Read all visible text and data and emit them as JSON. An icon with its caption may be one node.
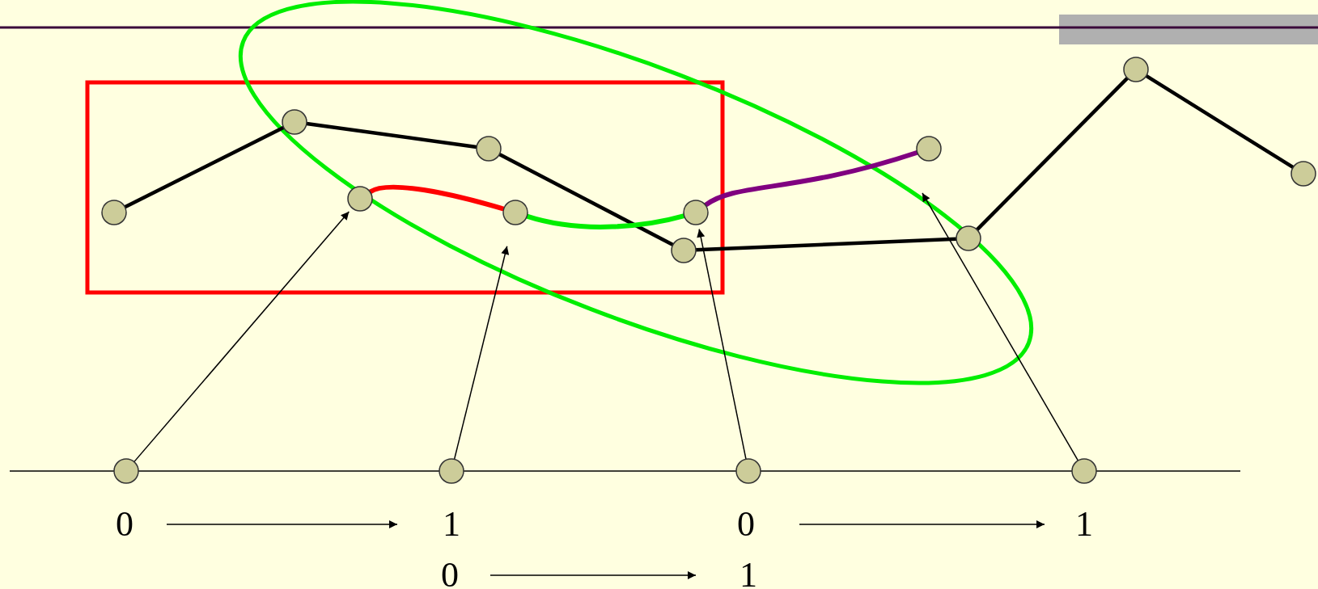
{
  "diagram": {
    "nodes": [
      {
        "text": [],
        "shape": "circle"
      },
      {
        "text": [],
        "shape": "circle"
      },
      {
        "text": [],
        "shape": "circle"
      },
      {
        "text": [],
        "shape": "circle"
      },
      {
        "text": [],
        "shape": "circle"
      },
      {
        "text": [],
        "shape": "circle"
      },
      {
        "text": [],
        "shape": "circle"
      },
      {
        "text": [],
        "shape": "circle"
      },
      {
        "text": [],
        "shape": "circle"
      },
      {
        "text": [],
        "shape": "circle"
      },
      {
        "text": [],
        "shape": "circle"
      },
      {
        "text": [],
        "shape": "circle"
      },
      {
        "text": [],
        "shape": "circle"
      },
      {
        "text": [],
        "shape": "circle"
      },
      {
        "text": [],
        "shape": "circle"
      },
      {
        "text": [
          "0"
        ]
      },
      {
        "text": [
          "1"
        ]
      },
      {
        "text": [
          "0"
        ]
      },
      {
        "text": [
          "1"
        ]
      },
      {
        "text": [
          "0"
        ]
      },
      {
        "text": [
          "1"
        ]
      },
      {
        "text": [],
        "shape": "bar"
      }
    ],
    "edges": [
      {
        "from": 6,
        "to": 1,
        "arrow": "none",
        "style": "thick"
      },
      {
        "from": 1,
        "to": 2,
        "arrow": "none",
        "style": "thick"
      },
      {
        "from": 2,
        "to": 10,
        "arrow": "none",
        "style": "thick"
      },
      {
        "from": 10,
        "to": 9,
        "arrow": "none",
        "style": "thick"
      },
      {
        "from": 9,
        "to": 0,
        "arrow": "none",
        "style": "thick"
      },
      {
        "from": 0,
        "to": 4,
        "arrow": "none",
        "style": "thick"
      },
      {
        "from": 5,
        "to": 7,
        "arrow": "none",
        "style": "thick",
        "color": "#ff0000"
      },
      {
        "from": 7,
        "to": 8,
        "arrow": "none",
        "style": "thick",
        "color": "#00ee00"
      },
      {
        "from": 8,
        "to": 3,
        "arrow": "none",
        "style": "thick",
        "color": "#800080"
      },
      {
        "from": 11,
        "to": 5,
        "arrow": "to"
      },
      {
        "from": 12,
        "to": 7,
        "arrow": "to"
      },
      {
        "from": 13,
        "to": 8,
        "arrow": "to"
      },
      {
        "from": 14,
        "to": 3,
        "arrow": "to"
      },
      {
        "from": 11,
        "to": 12,
        "arrow": "none"
      },
      {
        "from": 12,
        "to": 13,
        "arrow": "none"
      },
      {
        "from": 13,
        "to": 14,
        "arrow": "none"
      },
      {
        "from": 15,
        "to": 16,
        "arrow": "to"
      },
      {
        "from": 17,
        "to": 18,
        "arrow": "to"
      },
      {
        "from": 19,
        "to": 20,
        "arrow": "to"
      }
    ]
  }
}
